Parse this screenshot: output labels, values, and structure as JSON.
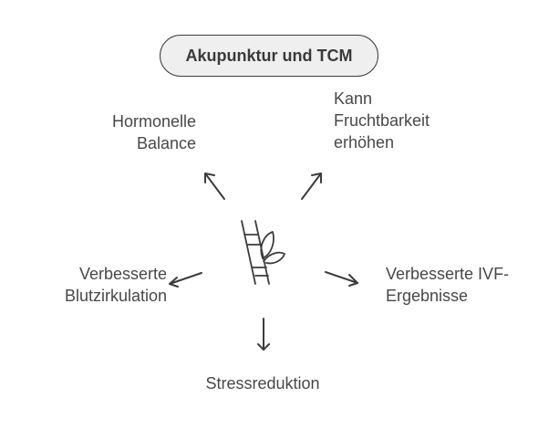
{
  "title": "Akupunktur und TCM",
  "center_icon": "ladder-with-leaves-icon",
  "nodes": [
    {
      "id": "hormonal",
      "lines": [
        "Hormonelle",
        "Balance"
      ],
      "direction": "up-left"
    },
    {
      "id": "fertility",
      "lines": [
        "Kann",
        "Fruchtbarkeit",
        "erhöhen"
      ],
      "direction": "up-right"
    },
    {
      "id": "circulation",
      "lines": [
        "Verbesserte",
        "Blutzirkulation"
      ],
      "direction": "left"
    },
    {
      "id": "ivf",
      "lines": [
        "Verbesserte IVF-",
        "Ergebnisse"
      ],
      "direction": "right"
    },
    {
      "id": "stress",
      "lines": [
        "Stressreduktion"
      ],
      "direction": "down"
    }
  ],
  "colors": {
    "stroke": "#3c3c3c",
    "pill_fill": "#efefef",
    "text": "#484848"
  }
}
